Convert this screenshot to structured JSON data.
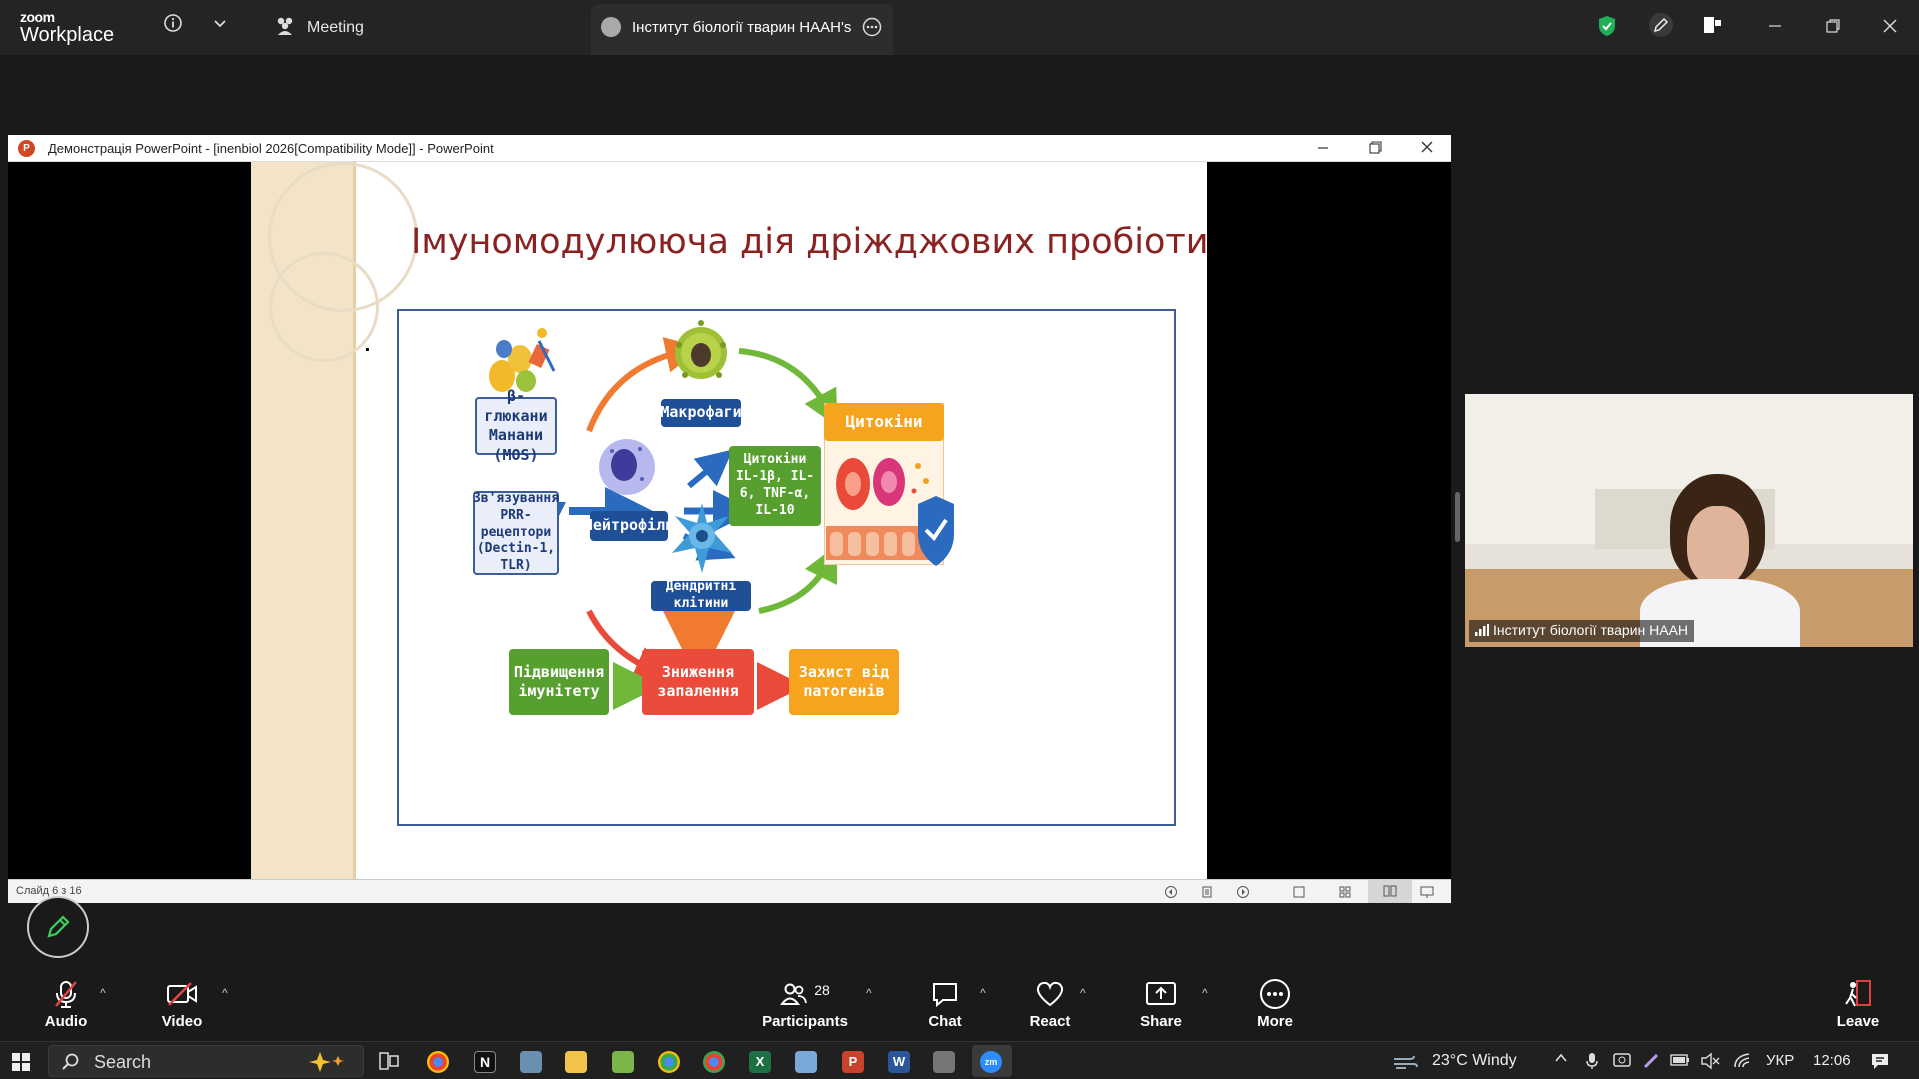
{
  "zoom": {
    "logo_line1": "zoom",
    "logo_line2": "Workplace",
    "meeting_label": "Meeting",
    "tab_title": "Інститут біології тварин НААН's"
  },
  "ppt": {
    "window_title": "Демонстрація PowerPoint - [inenbiol 2026[Compatibility Mode]] - PowerPoint",
    "status": "Слайд 6 з 16"
  },
  "slide": {
    "title": "Імуномодулююча дія дріжджових пробіотиків",
    "boxes": {
      "glucans": "β-глюкани\nМанани (MOS)",
      "binding": "Зв'язування\nPRR-рецептори\n(Dectin-1, TLR)",
      "macrophages": "Макрофаги",
      "neutrophils": "Нейтрофіли",
      "dendritic": "Дендритні клітини",
      "cytokines_list": "Цитокіни\nIL-1β, IL-6, TNF-α,\nIL-10",
      "cytokines_header": "Цитокіни",
      "immunity": "Підвищення\nімунітету",
      "inflammation": "Зниження\nзапалення",
      "protection": "Захист від\nпатогенів"
    }
  },
  "video": {
    "participant_name": "Інститут біології тварин НААН"
  },
  "toolbar": {
    "audio": "Audio",
    "video": "Video",
    "participants": "Participants",
    "participants_count": "28",
    "chat": "Chat",
    "react": "React",
    "share": "Share",
    "more": "More",
    "leave": "Leave"
  },
  "taskbar": {
    "search": "Search",
    "weather": "23°C  Windy",
    "lang": "УКР",
    "time": "12:06"
  },
  "colors": {
    "accent_green": "#57a02f",
    "zoom_dark": "#242424",
    "leave_red": "#e04040"
  }
}
